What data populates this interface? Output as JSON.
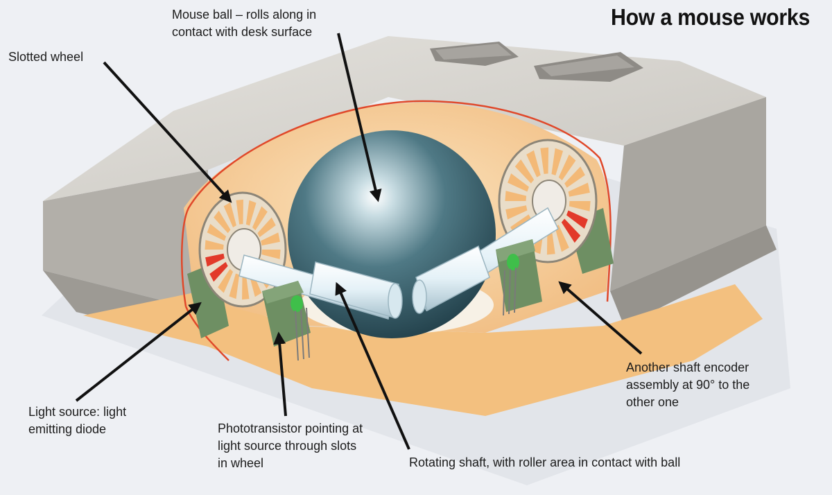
{
  "title": "How a mouse works",
  "labels": {
    "mouse_ball": "Mouse ball – rolls along in\ncontact with desk surface",
    "slotted_wheel": "Slotted wheel",
    "light_source": "Light source: light\nemitting diode",
    "phototransistor": "Phototransistor pointing at\nlight source through slots\nin wheel",
    "rotating_shaft": "Rotating shaft, with roller area in contact with ball",
    "another_encoder": "Another shaft encoder\nassembly at 90° to the\nother one"
  },
  "colors": {
    "casing": "#cfccc6",
    "interior": "#f2c68e",
    "cut_edge": "#e0482a",
    "ball": "#3f6673",
    "shaft": "#dfeff6",
    "sensor": "#6e8f63",
    "led": "#3fbf4a",
    "slot_highlight": "#e23a2a"
  }
}
